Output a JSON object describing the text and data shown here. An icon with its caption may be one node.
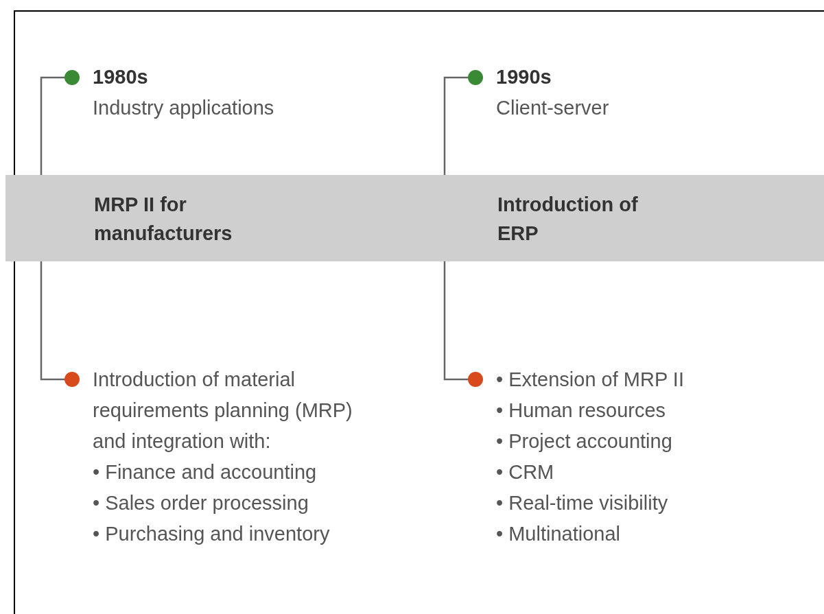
{
  "diagram": {
    "nodes": [
      {
        "text": [],
        "shape": "circle",
        "beside": [
          "1980s",
          "Industry applications"
        ]
      },
      {
        "text": [],
        "shape": "circle",
        "beside": [
          "Introduction of material requirements planning (MRP) and integration with:",
          "• Finance and accounting",
          "• Sales order processing",
          "• Purchasing and inventory"
        ]
      },
      {
        "text": [],
        "shape": "circle",
        "beside": [
          "1990s",
          "Client-server"
        ]
      },
      {
        "text": [],
        "shape": "circle",
        "beside": [
          "• Extension of MRP II",
          "• Human resources",
          "• Project accounting",
          "• CRM",
          "• Real-time visibility",
          "• Multinational"
        ]
      }
    ],
    "edges": [
      {
        "from": 0,
        "to": 1,
        "arrow": "none"
      },
      {
        "from": 2,
        "to": 3,
        "arrow": "none"
      }
    ],
    "labels": [
      "MRP II for manufacturers",
      "Introduction of ERP"
    ]
  }
}
